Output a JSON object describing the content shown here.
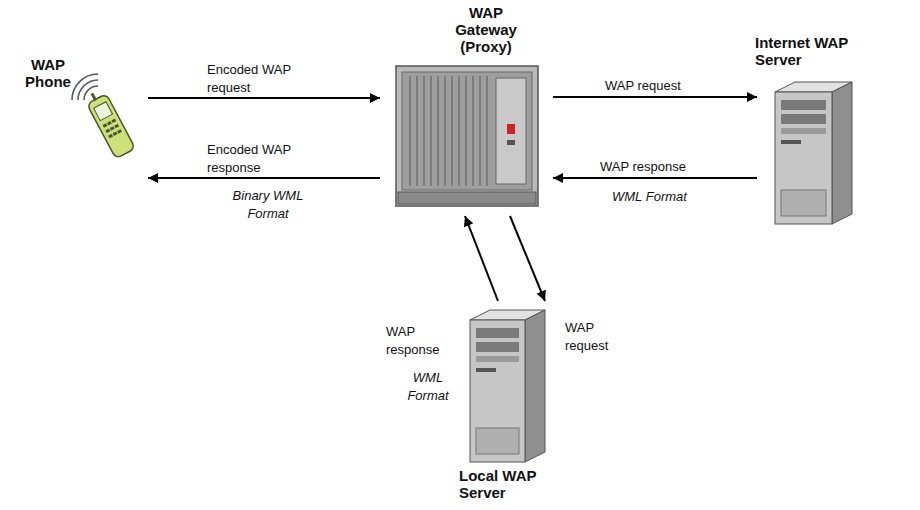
{
  "diagram": {
    "nodes": [
      {
        "text": [
          "WAP Phone"
        ]
      },
      {
        "text": [
          "WAP Gateway (Proxy)"
        ]
      },
      {
        "text": [
          "Internet WAP Server"
        ]
      },
      {
        "text": [
          "Local WAP Server"
        ]
      }
    ],
    "edges": [
      {
        "from": 0,
        "to": 1,
        "label": "Encoded WAP request",
        "arrow": "to"
      },
      {
        "from": 1,
        "to": 0,
        "label": "Encoded WAP response",
        "arrow": "to"
      },
      {
        "from": 1,
        "to": 2,
        "label": "WAP request",
        "arrow": "to"
      },
      {
        "from": 2,
        "to": 1,
        "label": "WAP response",
        "arrow": "to"
      },
      {
        "from": 1,
        "to": 3,
        "label": "WAP request",
        "arrow": "to"
      },
      {
        "from": 3,
        "to": 1,
        "label": "WAP response",
        "arrow": "to"
      }
    ],
    "labels": [
      "Binary WML Format",
      "WML Format",
      "WML Format"
    ]
  }
}
